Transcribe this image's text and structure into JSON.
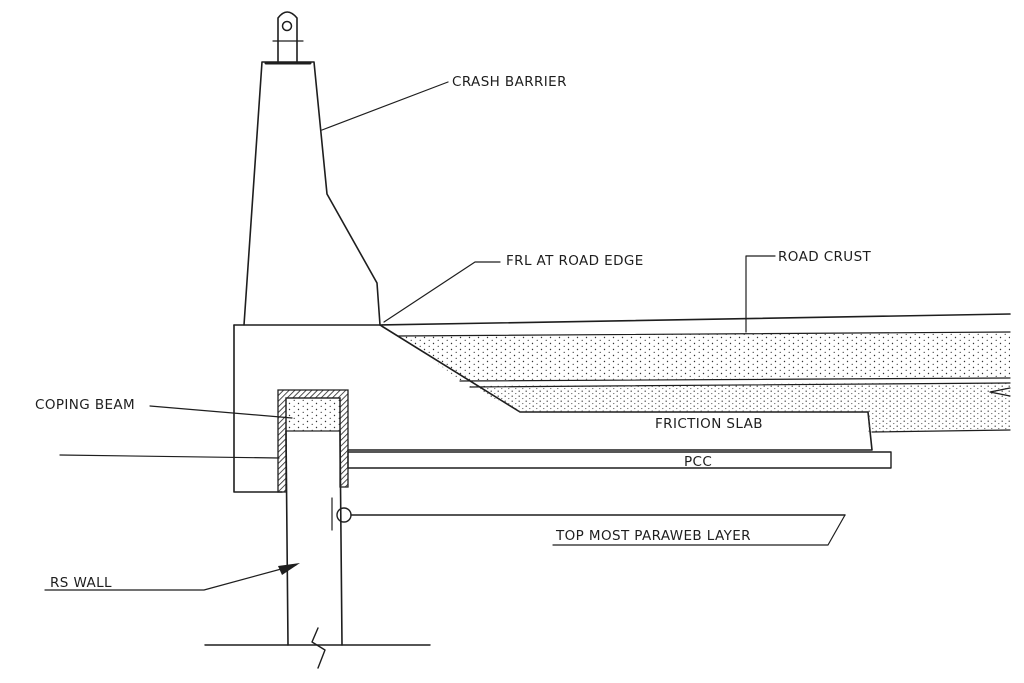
{
  "labels": {
    "crash_barrier": "CRASH  BARRIER",
    "frl_road_edge": "FRL AT ROAD EDGE",
    "road_crust": "ROAD CRUST",
    "coping_beam": "COPING BEAM",
    "friction_slab": "FRICTION SLAB",
    "pcc": "PCC",
    "top_paraweb_layer": "TOP MOST PARAWEB LAYER",
    "rs_wall": "RS WALL"
  },
  "colors": {
    "ink": "#1e1e1e",
    "paper": "#ffffff"
  }
}
